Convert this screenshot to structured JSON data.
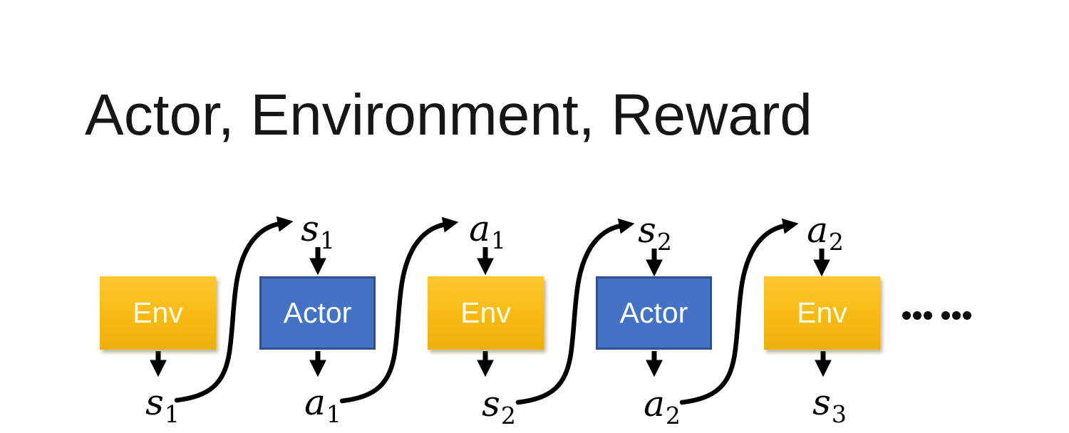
{
  "title": "Actor, Environment, Reward",
  "colors": {
    "env_gradient_top": "#FEC730",
    "env_gradient_bottom": "#EDB00C",
    "env_text": "#FFFAE8",
    "actor_fill": "#4472C4",
    "actor_border": "#2F528F",
    "actor_text": "#FFFFFF",
    "arrow": "#000000",
    "title_text": "#161616"
  },
  "diagram": {
    "boxes": [
      {
        "id": "env-1",
        "label": "Env",
        "type": "env"
      },
      {
        "id": "actor-1",
        "label": "Actor",
        "type": "actor"
      },
      {
        "id": "env-2",
        "label": "Env",
        "type": "env"
      },
      {
        "id": "actor-2",
        "label": "Actor",
        "type": "actor"
      },
      {
        "id": "env-3",
        "label": "Env",
        "type": "env"
      }
    ],
    "top_labels": [
      {
        "base": "s",
        "sub": "1"
      },
      {
        "base": "a",
        "sub": "1"
      },
      {
        "base": "s",
        "sub": "2"
      },
      {
        "base": "a",
        "sub": "2"
      }
    ],
    "bottom_labels": [
      {
        "base": "s",
        "sub": "1"
      },
      {
        "base": "a",
        "sub": "1"
      },
      {
        "base": "s",
        "sub": "2"
      },
      {
        "base": "a",
        "sub": "2"
      },
      {
        "base": "s",
        "sub": "3"
      }
    ],
    "ellipsis": "……"
  }
}
